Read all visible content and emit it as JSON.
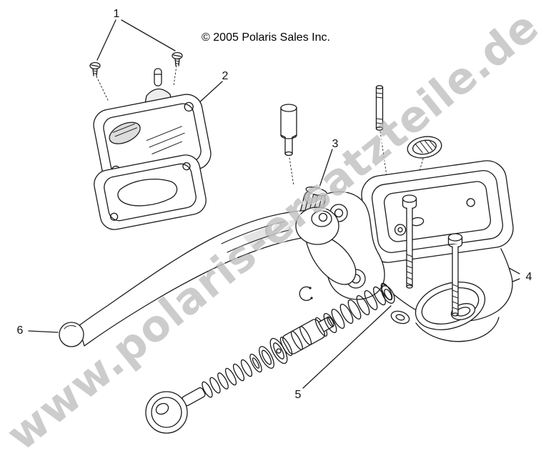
{
  "page": {
    "copyright": "© 2005 Polaris Sales Inc.",
    "watermark": "www.polaris-ersatzteile.de",
    "background_color": "#ffffff",
    "line_color": "#1a1a1a",
    "watermark_color": "#9e9e9e"
  },
  "callouts": [
    {
      "label": "1"
    },
    {
      "label": "2"
    },
    {
      "label": "3"
    },
    {
      "label": "4"
    },
    {
      "label": "5"
    },
    {
      "label": "6"
    }
  ]
}
